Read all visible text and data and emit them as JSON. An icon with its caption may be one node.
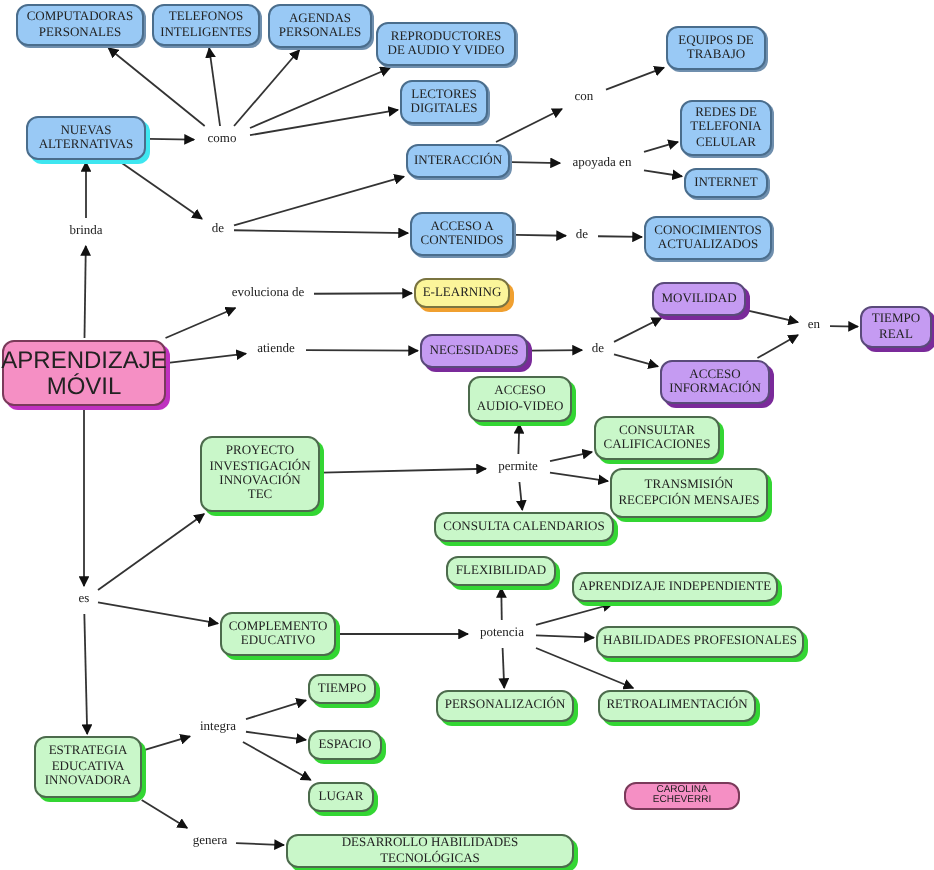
{
  "diagram": {
    "nodes": [
      {
        "text": [
          "COMPUTADORAS PERSONALES"
        ]
      },
      {
        "text": [
          "TELEFONOS INTELIGENTES"
        ]
      },
      {
        "text": [
          "AGENDAS PERSONALES"
        ]
      },
      {
        "text": [
          "REPRODUCTORES DE AUDIO Y VIDEO"
        ]
      },
      {
        "text": [
          "LECTORES DIGITALES"
        ]
      },
      {
        "text": [
          "NUEVAS ALTERNATIVAS"
        ]
      },
      {
        "text": [
          "como"
        ]
      },
      {
        "text": [
          "INTERACCIÓN"
        ]
      },
      {
        "text": [
          "con"
        ]
      },
      {
        "text": [
          "EQUIPOS DE TRABAJO"
        ]
      },
      {
        "text": [
          "apoyada en"
        ]
      },
      {
        "text": [
          "REDES DE TELEFONIA CELULAR"
        ]
      },
      {
        "text": [
          "INTERNET"
        ]
      },
      {
        "text": [
          "de"
        ]
      },
      {
        "text": [
          "ACCESO A CONTENIDOS"
        ]
      },
      {
        "text": [
          "de"
        ]
      },
      {
        "text": [
          "CONOCIMIENTOS ACTUALIZADOS"
        ]
      },
      {
        "text": [
          "brinda"
        ]
      },
      {
        "text": [
          "APRENDIZAJE MÓVIL"
        ]
      },
      {
        "text": [
          "evoluciona de"
        ]
      },
      {
        "text": [
          "E-LEARNING"
        ]
      },
      {
        "text": [
          "atiende"
        ]
      },
      {
        "text": [
          "NECESIDADES"
        ]
      },
      {
        "text": [
          "de"
        ]
      },
      {
        "text": [
          "MOVILIDAD"
        ]
      },
      {
        "text": [
          "ACCESO INFORMACIÓN"
        ]
      },
      {
        "text": [
          "en"
        ]
      },
      {
        "text": [
          "TIEMPO REAL"
        ]
      },
      {
        "text": [
          "PROYECTO INVESTIGACIÓN INNOVACIÓN TEC"
        ]
      },
      {
        "text": [
          "ACCESO AUDIO-VIDEO"
        ]
      },
      {
        "text": [
          "permite"
        ]
      },
      {
        "text": [
          "CONSULTAR CALIFICACIONES"
        ]
      },
      {
        "text": [
          "TRANSMISIÓN RECEPCIÓN MENSAJES"
        ]
      },
      {
        "text": [
          "CONSULTA CALENDARIOS"
        ]
      },
      {
        "text": [
          "es"
        ]
      },
      {
        "text": [
          "COMPLEMENTO EDUCATIVO"
        ]
      },
      {
        "text": [
          "FLEXIBILIDAD"
        ]
      },
      {
        "text": [
          "potencia"
        ]
      },
      {
        "text": [
          "APRENDIZAJE INDEPENDIENTE"
        ]
      },
      {
        "text": [
          "HABILIDADES PROFESIONALES"
        ]
      },
      {
        "text": [
          "PERSONALIZACIÓN"
        ]
      },
      {
        "text": [
          "RETROALIMENTACIÓN"
        ]
      },
      {
        "text": [
          "ESTRATEGIA EDUCATIVA INNOVADORA"
        ]
      },
      {
        "text": [
          "integra"
        ]
      },
      {
        "text": [
          "TIEMPO"
        ]
      },
      {
        "text": [
          "ESPACIO"
        ]
      },
      {
        "text": [
          "LUGAR"
        ]
      },
      {
        "text": [
          "genera"
        ]
      },
      {
        "text": [
          "DESARROLLO HABILIDADES TECNOLÓGICAS"
        ]
      },
      {
        "text": [
          "CAROLINA ECHEVERRI"
        ]
      }
    ],
    "edges": [
      {
        "from": 5,
        "to": 6,
        "arrow": "to"
      },
      {
        "from": 6,
        "to": 0,
        "arrow": "to"
      },
      {
        "from": 6,
        "to": 1,
        "arrow": "to"
      },
      {
        "from": 6,
        "to": 2,
        "arrow": "to"
      },
      {
        "from": 6,
        "to": 3,
        "arrow": "to"
      },
      {
        "from": 6,
        "to": 4,
        "arrow": "to"
      },
      {
        "from": 5,
        "to": 13,
        "arrow": "to"
      },
      {
        "from": 13,
        "to": 7,
        "arrow": "to"
      },
      {
        "from": 13,
        "to": 14,
        "arrow": "to"
      },
      {
        "from": 7,
        "to": 8,
        "arrow": "to"
      },
      {
        "from": 8,
        "to": 9,
        "arrow": "to"
      },
      {
        "from": 7,
        "to": 10,
        "arrow": "to"
      },
      {
        "from": 10,
        "to": 11,
        "arrow": "to"
      },
      {
        "from": 10,
        "to": 12,
        "arrow": "to"
      },
      {
        "from": 14,
        "to": 15,
        "arrow": "to"
      },
      {
        "from": 15,
        "to": 16,
        "arrow": "to"
      },
      {
        "from": 18,
        "to": 17,
        "arrow": "to"
      },
      {
        "from": 17,
        "to": 5,
        "arrow": "to"
      },
      {
        "from": 18,
        "to": 19,
        "arrow": "to"
      },
      {
        "from": 19,
        "to": 20,
        "arrow": "to"
      },
      {
        "from": 18,
        "to": 21,
        "arrow": "to"
      },
      {
        "from": 21,
        "to": 22,
        "arrow": "to"
      },
      {
        "from": 22,
        "to": 23,
        "arrow": "to"
      },
      {
        "from": 23,
        "to": 24,
        "arrow": "to"
      },
      {
        "from": 23,
        "to": 25,
        "arrow": "to"
      },
      {
        "from": 24,
        "to": 26,
        "arrow": "to"
      },
      {
        "from": 25,
        "to": 26,
        "arrow": "to"
      },
      {
        "from": 26,
        "to": 27,
        "arrow": "to"
      },
      {
        "from": 18,
        "to": 34,
        "arrow": "to"
      },
      {
        "from": 34,
        "to": 28,
        "arrow": "to"
      },
      {
        "from": 34,
        "to": 35,
        "arrow": "to"
      },
      {
        "from": 34,
        "to": 42,
        "arrow": "to"
      },
      {
        "from": 28,
        "to": 30,
        "arrow": "to"
      },
      {
        "from": 30,
        "to": 29,
        "arrow": "to"
      },
      {
        "from": 30,
        "to": 31,
        "arrow": "to"
      },
      {
        "from": 30,
        "to": 32,
        "arrow": "to"
      },
      {
        "from": 30,
        "to": 33,
        "arrow": "to"
      },
      {
        "from": 35,
        "to": 37,
        "arrow": "to"
      },
      {
        "from": 37,
        "to": 36,
        "arrow": "to"
      },
      {
        "from": 37,
        "to": 38,
        "arrow": "to"
      },
      {
        "from": 37,
        "to": 39,
        "arrow": "to"
      },
      {
        "from": 37,
        "to": 40,
        "arrow": "to"
      },
      {
        "from": 37,
        "to": 41,
        "arrow": "to"
      },
      {
        "from": 42,
        "to": 43,
        "arrow": "to"
      },
      {
        "from": 43,
        "to": 44,
        "arrow": "to"
      },
      {
        "from": 43,
        "to": 45,
        "arrow": "to"
      },
      {
        "from": 43,
        "to": 46,
        "arrow": "to"
      },
      {
        "from": 42,
        "to": 47,
        "arrow": "to"
      },
      {
        "from": 47,
        "to": 48,
        "arrow": "to"
      }
    ]
  }
}
